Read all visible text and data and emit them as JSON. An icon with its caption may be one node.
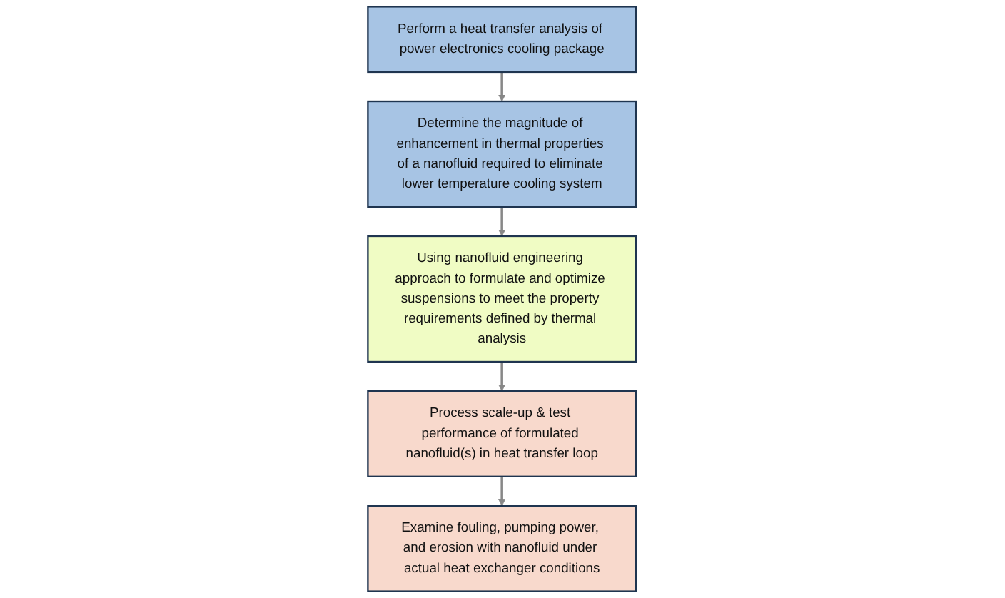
{
  "diagram": {
    "nodes": [
      {
        "text": [
          "Perform a heat transfer analysis of power electronics cooling package"
        ]
      },
      {
        "text": [
          "Determine the magnitude of enhancement in thermal properties of a nanofluid required to eliminate lower temperature cooling system"
        ]
      },
      {
        "text": [
          "Using nanofluid engineering approach to formulate and optimize suspensions to meet the property requirements defined by thermal analysis"
        ]
      },
      {
        "text": [
          "Process scale-up & test performance of formulated nanofluid(s) in heat transfer loop"
        ]
      },
      {
        "text": [
          "Examine fouling, pumping power, and erosion with nanofluid under actual heat exchanger conditions"
        ]
      }
    ],
    "edges": [
      {
        "from": 0,
        "to": 1,
        "arrow": "to"
      },
      {
        "from": 1,
        "to": 2,
        "arrow": "to"
      },
      {
        "from": 2,
        "to": 3,
        "arrow": "to"
      },
      {
        "from": 3,
        "to": 4,
        "arrow": "to"
      }
    ]
  }
}
